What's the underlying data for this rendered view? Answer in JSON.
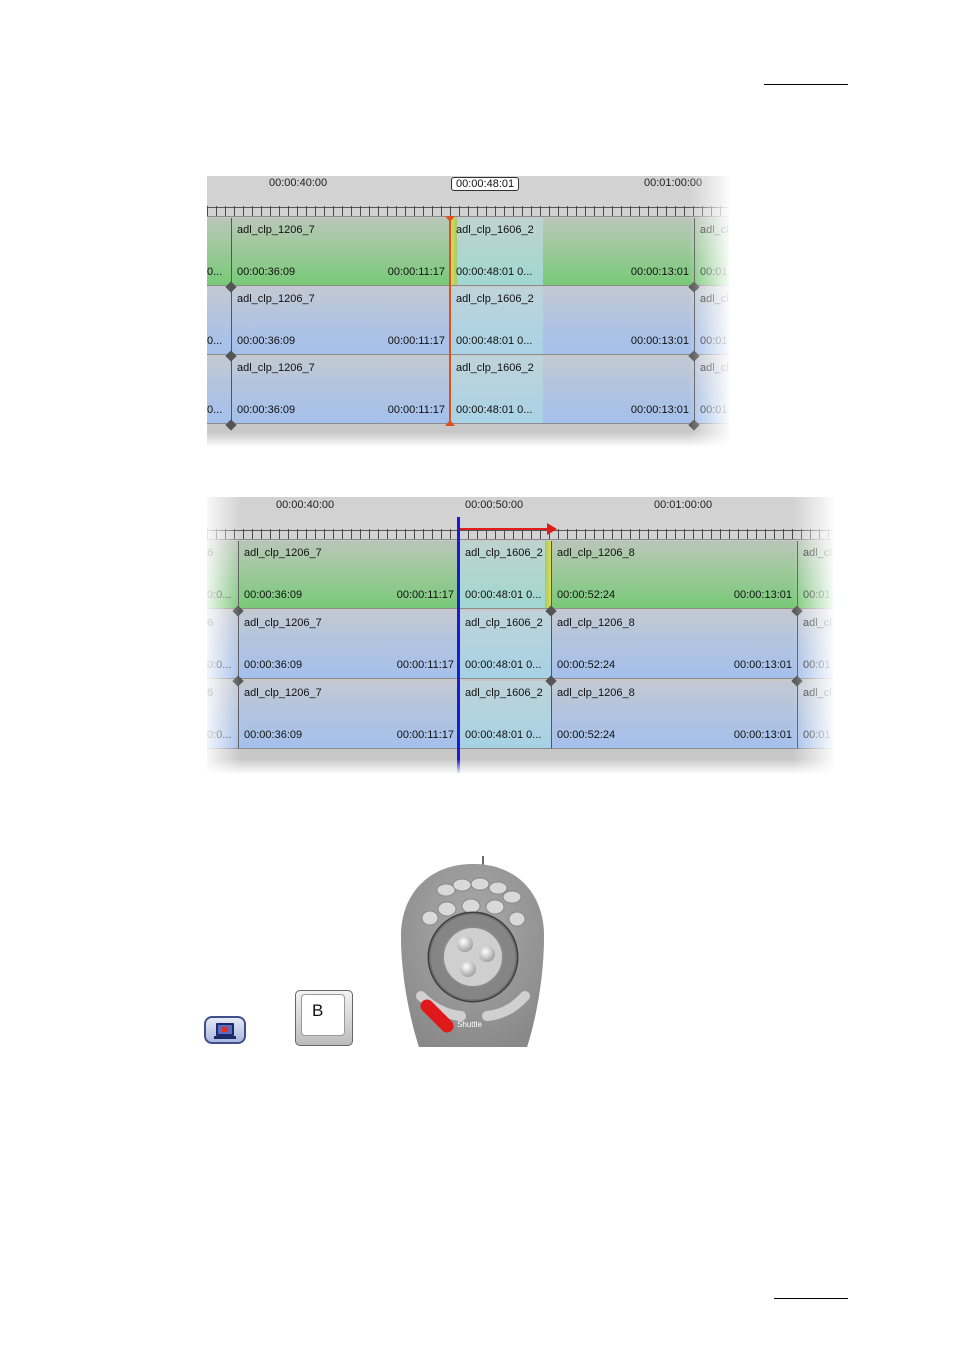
{
  "timeline1": {
    "ruler": [
      "00:00:40:00",
      "00:00:48:01",
      "00:01:00:00"
    ],
    "rows": [
      [
        {
          "name": "",
          "tin": "0...",
          "dur": ""
        },
        {
          "name": "adl_clp_1206_7",
          "tin": "00:00:36:09",
          "dur": "00:00:11:17"
        },
        {
          "name": "adl_clp_1606_2",
          "tin": "00:00:48:01  0...",
          "dur": "00:00:13:01"
        },
        {
          "name": "adl_cl",
          "tin": "00:01",
          "dur": ""
        }
      ],
      [
        {
          "name": "",
          "tin": "0...",
          "dur": ""
        },
        {
          "name": "adl_clp_1206_7",
          "tin": "00:00:36:09",
          "dur": "00:00:11:17"
        },
        {
          "name": "adl_clp_1606_2",
          "tin": "00:00:48:01  0...",
          "dur": "00:00:13:01"
        },
        {
          "name": "adl_cl",
          "tin": "00:01",
          "dur": ""
        }
      ],
      [
        {
          "name": "",
          "tin": "0...",
          "dur": ""
        },
        {
          "name": "adl_clp_1206_7",
          "tin": "00:00:36:09",
          "dur": "00:00:11:17"
        },
        {
          "name": "adl_clp_1606_2",
          "tin": "00:00:48:01  0...",
          "dur": "00:00:13:01"
        },
        {
          "name": "adl_cl",
          "tin": "00:01",
          "dur": ""
        }
      ]
    ]
  },
  "timeline2": {
    "ruler": [
      "00:00:40:00",
      "00:00:50:00",
      "00:01:00:00"
    ],
    "rows": [
      [
        {
          "name": "6",
          "tin": "0:0...",
          "dur": ""
        },
        {
          "name": "adl_clp_1206_7",
          "tin": "00:00:36:09",
          "dur": "00:00:11:17"
        },
        {
          "name": "adl_clp_1606_2",
          "tin": "00:00:48:01  0...",
          "dur": ""
        },
        {
          "name": "adl_clp_1206_8",
          "tin": "00:00:52:24",
          "dur": "00:00:13:01"
        },
        {
          "name": "adl_cl",
          "tin": "00:01",
          "dur": ""
        }
      ],
      [
        {
          "name": "6",
          "tin": "0:0...",
          "dur": ""
        },
        {
          "name": "adl_clp_1206_7",
          "tin": "00:00:36:09",
          "dur": "00:00:11:17"
        },
        {
          "name": "adl_clp_1606_2",
          "tin": "00:00:48:01  0...",
          "dur": ""
        },
        {
          "name": "adl_clp_1206_8",
          "tin": "00:00:52:24",
          "dur": "00:00:13:01"
        },
        {
          "name": "adl_cl",
          "tin": "00:01",
          "dur": ""
        }
      ],
      [
        {
          "name": "6",
          "tin": "0:0...",
          "dur": ""
        },
        {
          "name": "adl_clp_1206_7",
          "tin": "00:00:36:09",
          "dur": "00:00:11:17"
        },
        {
          "name": "adl_clp_1606_2",
          "tin": "00:00:48:01  0...",
          "dur": ""
        },
        {
          "name": "adl_clp_1206_8",
          "tin": "00:00:52:24",
          "dur": "00:00:13:01"
        },
        {
          "name": "adl_cl",
          "tin": "00:01",
          "dur": ""
        }
      ]
    ]
  },
  "controls": {
    "key_label": "B",
    "shuttle_brand": "Shuttle",
    "icons": [
      "insert-clip-icon",
      "keyboard-key-icon",
      "shuttle-pro-controller-icon"
    ]
  },
  "colors": {
    "video_track": "#78c978",
    "audio_track": "#a4c0ec",
    "nowline_1": "#e0501e",
    "nowline_2": "#1a1adb",
    "arrow": "#e01c1c"
  }
}
